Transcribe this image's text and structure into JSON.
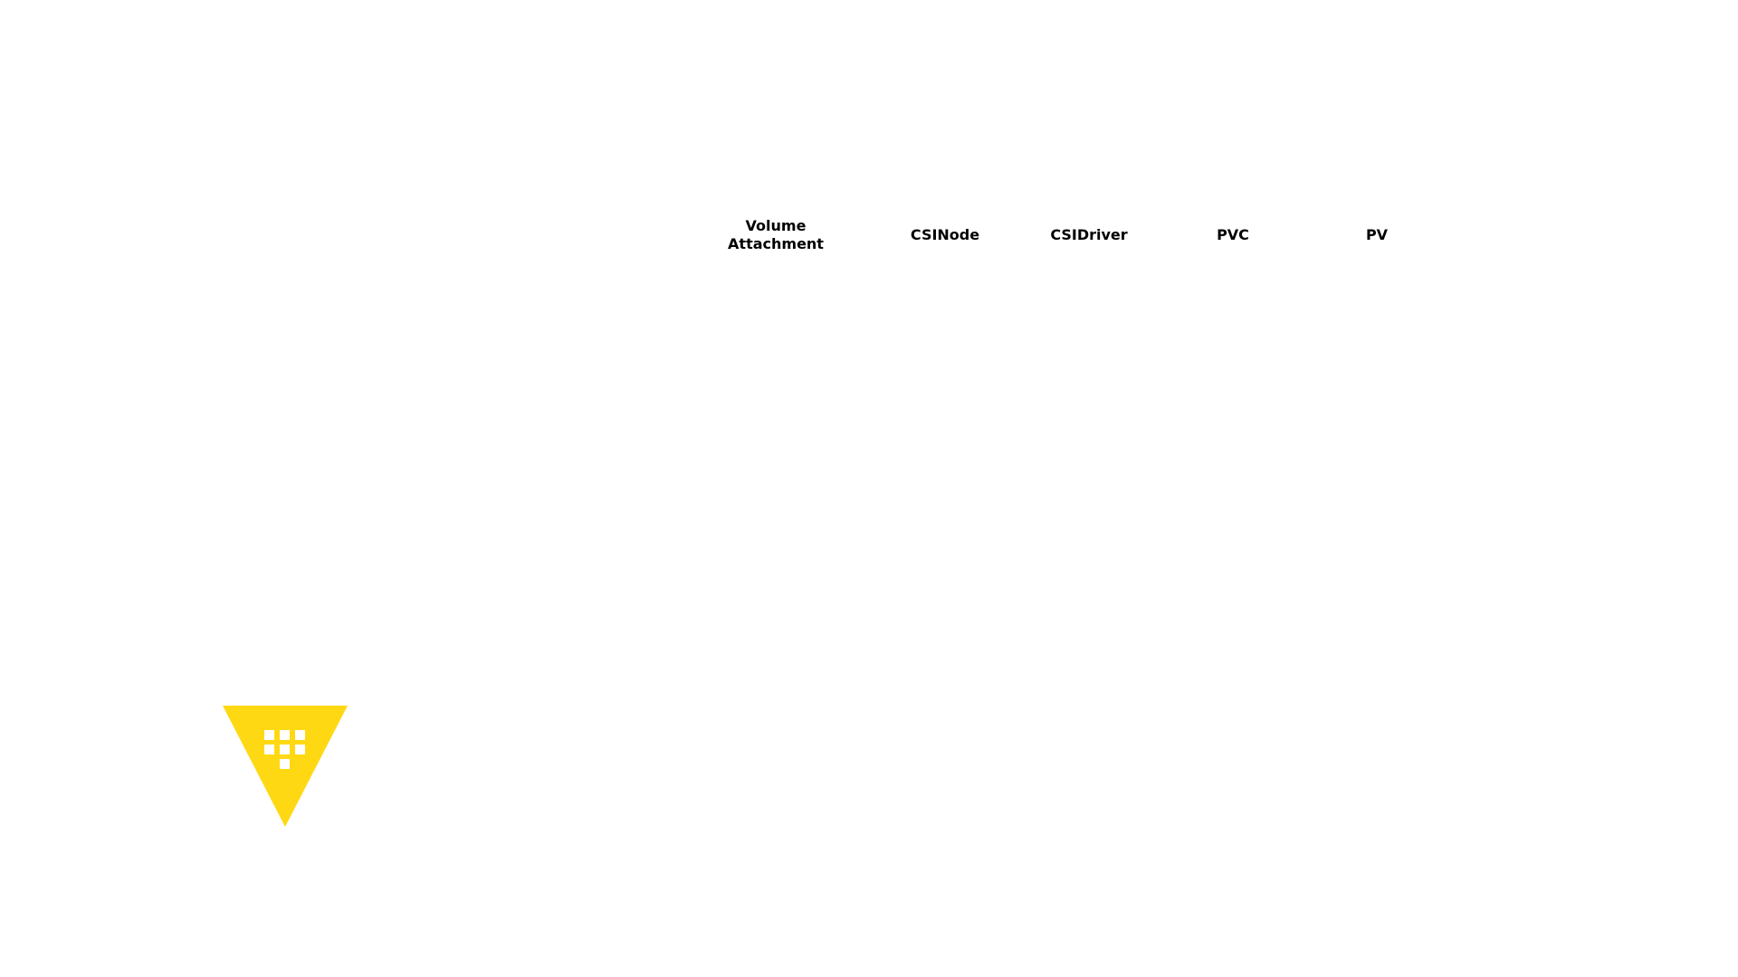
{
  "labels": {
    "volume_attachment": "Volume\nAttachment",
    "csinode": "CSINode",
    "csidriver": "CSIDriver",
    "pvc": "PVC",
    "pv": "PV"
  },
  "logo": {
    "icon": "vault-logo-icon",
    "color": "#FFD814",
    "dot_color": "#ffffff"
  }
}
